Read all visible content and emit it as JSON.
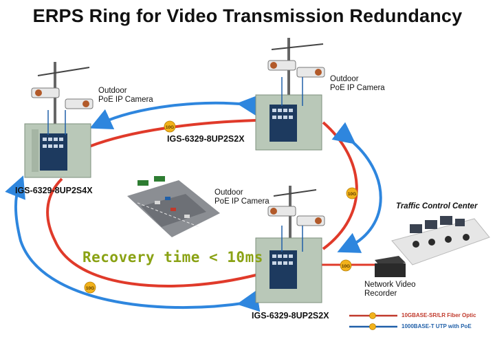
{
  "title": "ERPS Ring for Video Transmission Redundancy",
  "cameras": {
    "left": {
      "line1": "Outdoor",
      "line2": "PoE IP Camera"
    },
    "top": {
      "line1": "Outdoor",
      "line2": "PoE IP Camera"
    },
    "bottom": {
      "line1": "Outdoor",
      "line2": "PoE IP Camera"
    }
  },
  "devices": {
    "left": "IGS-6329-8UP2S4X",
    "top": "IGS-6329-8UP2S2X",
    "bottom": "IGS-6329-8UP2S2X"
  },
  "recovery_text": "Recovery time < 10ms",
  "traffic_center": "Traffic Control Center",
  "nvr": {
    "line1": "Network Video",
    "line2": "Recorder"
  },
  "badge_label": "10G",
  "legend": {
    "fiber": "10GBASE-SR/LR Fiber Optic",
    "utp": "1000BASE-T UTP with PoE"
  },
  "colors": {
    "ring_red": "#e03a2a",
    "arrow_blue": "#2e86de",
    "cabinet": "#b9c8b8",
    "badge": "#f2b21b",
    "recovery": "#8aa214",
    "legend_fiber": "#c0392b",
    "legend_utp": "#1f5fa8"
  }
}
